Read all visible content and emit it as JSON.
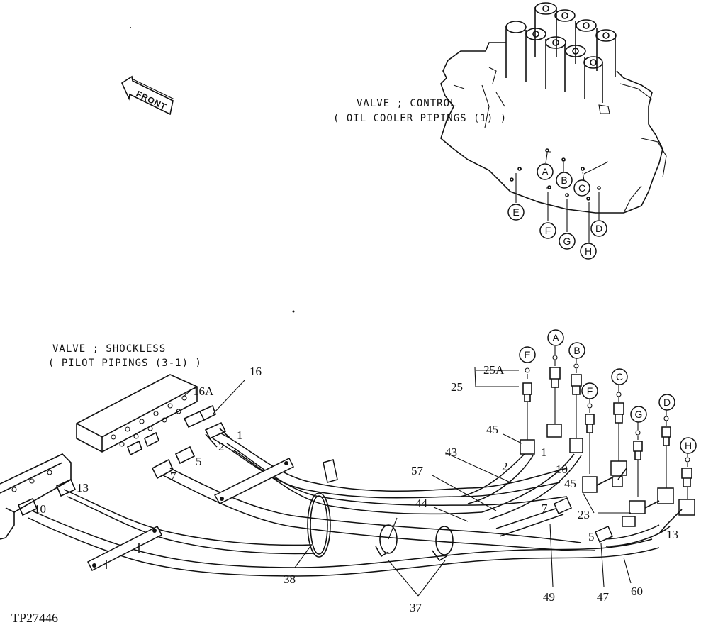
{
  "labels": {
    "front": "FRONT",
    "control_valve_line1": "VALVE ; CONTROL",
    "control_valve_line2": "( OIL  COOLER  PIPINGS (1) )",
    "shockless_valve_line1": "VALVE ; SHOCKLESS",
    "shockless_valve_line2": "( PILOT  PIPINGS (3-1) )",
    "figure_id": "TP27446"
  },
  "port_letters": {
    "a": "A",
    "b": "B",
    "c": "C",
    "d": "D",
    "e": "E",
    "f": "F",
    "g": "G",
    "h": "H"
  },
  "part_numbers": {
    "p16": "16",
    "p16a": "16A",
    "p25": "25",
    "p25a": "25A",
    "p45a": "45",
    "p45b": "45",
    "p43": "43",
    "p57": "57",
    "p44": "44",
    "p2a": "2",
    "p2b": "2",
    "p10a": "10",
    "p10b": "10",
    "p1": "1",
    "p7a": "7",
    "p7b": "7",
    "p5a": "5",
    "p5b": "5",
    "p13a": "13",
    "p13b": "13",
    "p23": "23",
    "p38": "38",
    "p37": "37",
    "p49": "49",
    "p47": "47",
    "p60": "60"
  }
}
